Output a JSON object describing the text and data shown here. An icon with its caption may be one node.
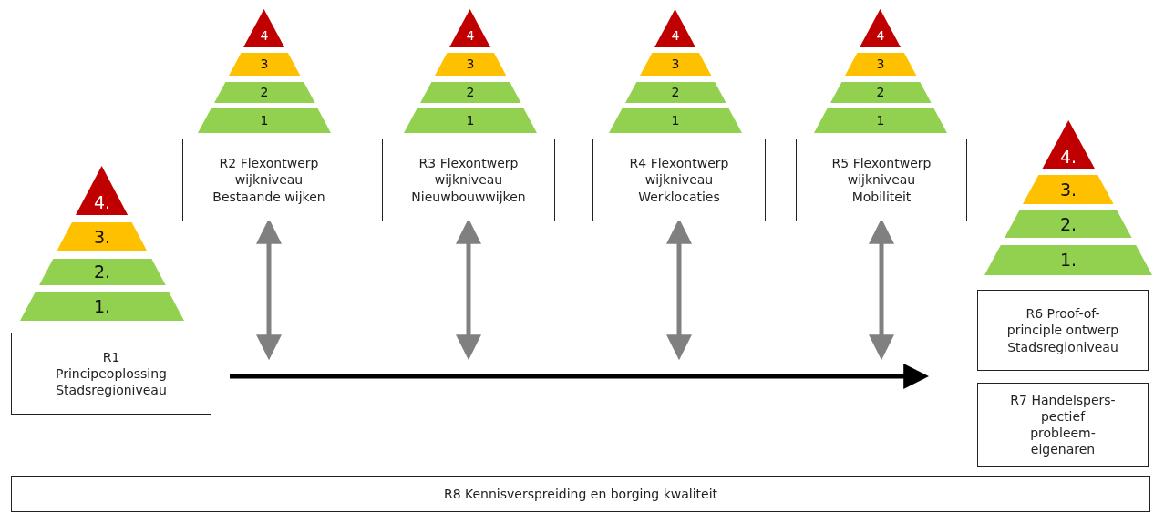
{
  "diagram": {
    "nodes": [
      {
        "text": [
          "4."
        ]
      },
      {
        "text": [
          "3."
        ]
      },
      {
        "text": [
          "2."
        ]
      },
      {
        "text": [
          "1."
        ]
      },
      {
        "text": [
          "R1 Principeoplossing Stadsregioniveau"
        ]
      },
      {
        "text": [
          "4"
        ]
      },
      {
        "text": [
          "3"
        ]
      },
      {
        "text": [
          "2"
        ]
      },
      {
        "text": [
          "1"
        ]
      },
      {
        "text": [
          "R2 Flexontwerp wijkniveau Bestaande wijken"
        ]
      },
      {
        "text": [
          "4"
        ]
      },
      {
        "text": [
          "3"
        ]
      },
      {
        "text": [
          "2"
        ]
      },
      {
        "text": [
          "1"
        ]
      },
      {
        "text": [
          "R3 Flexontwerp wijkniveau Nieuwbouwwijken"
        ]
      },
      {
        "text": [
          "4"
        ]
      },
      {
        "text": [
          "3"
        ]
      },
      {
        "text": [
          "2"
        ]
      },
      {
        "text": [
          "1"
        ]
      },
      {
        "text": [
          "R4 Flexontwerp wijkniveau Werklocaties"
        ]
      },
      {
        "text": [
          "4"
        ]
      },
      {
        "text": [
          "3"
        ]
      },
      {
        "text": [
          "2"
        ]
      },
      {
        "text": [
          "1"
        ]
      },
      {
        "text": [
          "R5 Flexontwerp wijkniveau Mobiliteit"
        ]
      },
      {
        "text": [
          "4."
        ]
      },
      {
        "text": [
          "3."
        ]
      },
      {
        "text": [
          "2."
        ]
      },
      {
        "text": [
          "1."
        ]
      },
      {
        "text": [
          "R6 Proof-of-principle ontwerp Stadsregioniveau"
        ]
      },
      {
        "text": [
          "R7 Handelspers-pectief probleem-eigenaren"
        ]
      },
      {
        "text": [
          "R8 Kennisverspreiding en borging kwaliteit"
        ]
      }
    ],
    "edges": [
      {
        "from": 9,
        "to": null,
        "arrow": "both"
      },
      {
        "from": 14,
        "to": null,
        "arrow": "both"
      },
      {
        "from": 19,
        "to": null,
        "arrow": "both"
      },
      {
        "from": 24,
        "to": null,
        "arrow": "both"
      },
      {
        "from": 4,
        "to": null,
        "arrow": "to",
        "color": "#000000"
      }
    ]
  }
}
